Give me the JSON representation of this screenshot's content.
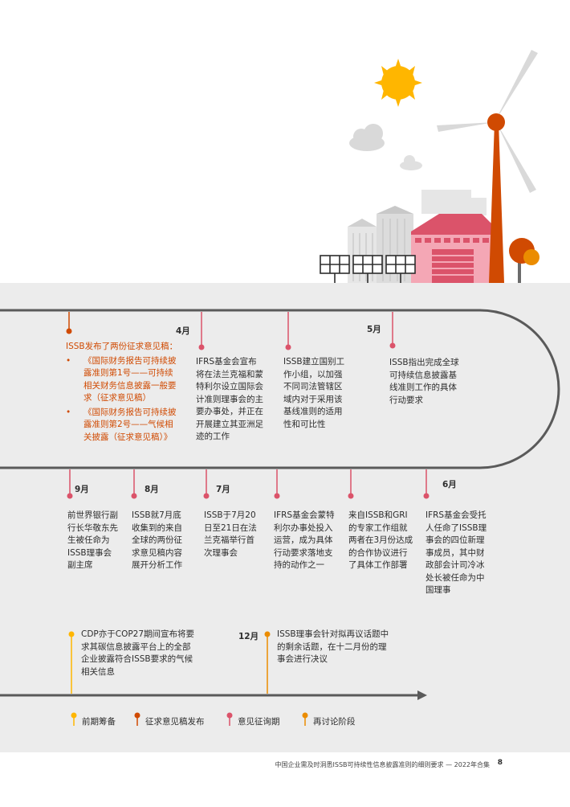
{
  "top_section": {
    "month": "4月",
    "orange_title": "ISSB发布了两份征求意见稿：",
    "bullets": [
      [
        "《国际财务报告可持续披",
        "露准则第1号——可持续",
        "相关财务信息披露一般要",
        "求（征求意见稿）"
      ],
      [
        "《国际财务报告可持续披",
        "露准则第2号——气候相",
        "关披露（征求意见稿）》"
      ]
    ],
    "items": [
      {
        "lines": [
          "IFRS基金会宣布",
          "将在法兰克福和蒙",
          "特利尔设立国际会",
          "计准则理事会的主",
          "要办事处，并正在",
          "开展建立其亚洲足",
          "迹的工作"
        ]
      },
      {
        "lines": [
          "ISSB建立国别工",
          "作小组，以加强",
          "不同司法管辖区",
          "域内对于采用该",
          "基线准则的适用",
          "性和可比性"
        ]
      },
      {
        "month": "5月",
        "lines": [
          "ISSB指出完成全球",
          "可持续信息披露基",
          "线准则工作的具体",
          "行动要求"
        ]
      }
    ]
  },
  "middle_section": {
    "items": [
      {
        "month": "9月",
        "lines": [
          "前世界银行副",
          "行长华敬东先",
          "生被任命为",
          "ISSB理事会",
          "副主席"
        ]
      },
      {
        "month": "8月",
        "lines": [
          "ISSB就7月底",
          "收集到的来自",
          "全球的两份征",
          "求意见稿内容",
          "展开分析工作"
        ]
      },
      {
        "month": "7月",
        "lines": [
          "ISSB于7月20",
          "日至21日在法",
          "兰克福举行首",
          "次理事会"
        ]
      },
      {
        "lines": [
          "IFRS基金会蒙特",
          "利尔办事处投入",
          "运营，成为具体",
          "行动要求落地支",
          "持的动作之一"
        ]
      },
      {
        "lines": [
          "来自ISSB和GRI",
          "的专家工作组就",
          "两者在3月份达成",
          "的合作协议进行",
          "了具体工作部署"
        ]
      },
      {
        "month": "6月",
        "lines": [
          "IFRS基金会受托",
          "人任命了ISSB理",
          "事会的四位新理",
          "事成员，其中财",
          "政部会计司冷冰",
          "处长被任命为中",
          "国理事"
        ]
      }
    ]
  },
  "bottom_section": {
    "items": [
      {
        "lines": [
          "CDP亦于COP27期间宣布将要",
          "求其碳信息披露平台上的全部",
          "企业披露符合ISSB要求的气候",
          "相关信息"
        ]
      },
      {
        "month": "12月",
        "lines": [
          "ISSB理事会针对拟再议话题中",
          "的剩余话题，在十二月份的理",
          "事会进行决议"
        ]
      }
    ]
  },
  "legend": [
    {
      "label": "前期筹备",
      "color": "#ffb600"
    },
    {
      "label": "征求意见稿发布",
      "color": "#d04a02"
    },
    {
      "label": "意见征询期",
      "color": "#db536a"
    },
    {
      "label": "再讨论阶段",
      "color": "#eb8c00"
    }
  ],
  "footer": {
    "text": "中国企业需及时洞悉ISSB可持续性信息披露准则的细则要求 — 2022年合集",
    "page": "8"
  },
  "colors": {
    "prep": "#ffb600",
    "draft": "#d04a02",
    "consult": "#db536a",
    "redeliberate": "#eb8c00",
    "track": "#5a5a5a"
  }
}
